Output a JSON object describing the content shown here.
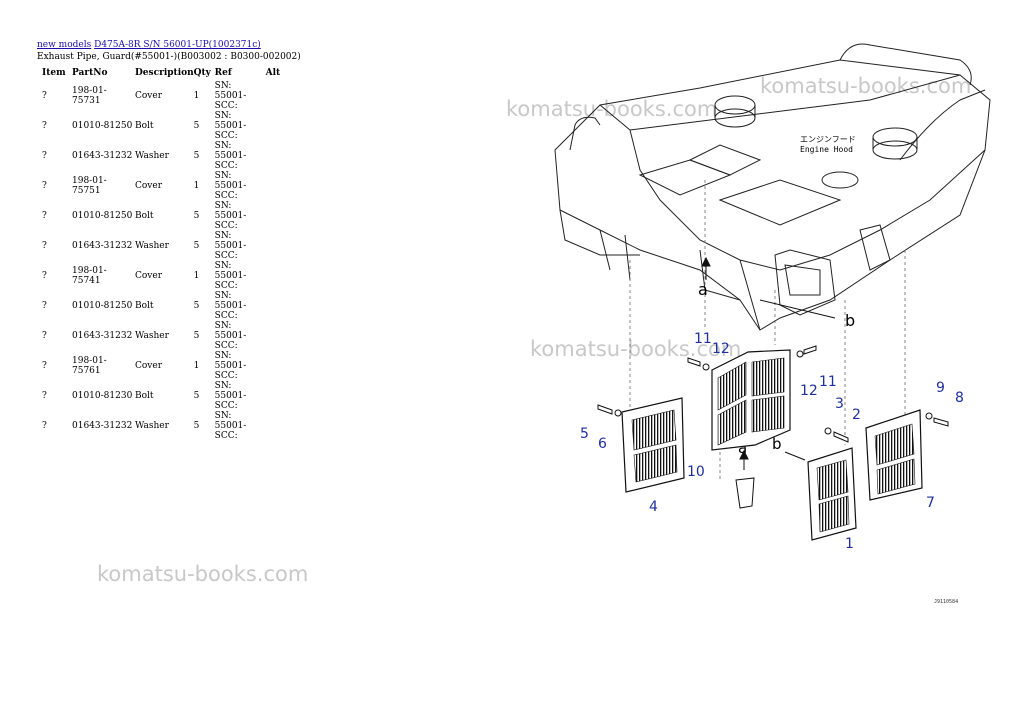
{
  "breadcrumb": {
    "link1": "new models",
    "link2": "D475A-8R S/N 56001-UP(1002371c)"
  },
  "title": "Exhaust Pipe, Guard(#55001-)(B003002 : B0300-002002)",
  "table": {
    "headers": [
      "Item",
      "PartNo",
      "Description",
      "Qty",
      "Ref",
      "Alt"
    ],
    "rows": [
      [
        "?",
        "198-01-75731",
        "Cover",
        "1",
        "SN: 55001-SCC:",
        ""
      ],
      [
        "?",
        "01010-81250",
        "Bolt",
        "5",
        "SN: 55001-SCC:",
        ""
      ],
      [
        "?",
        "01643-31232",
        "Washer",
        "5",
        "SN: 55001-SCC:",
        ""
      ],
      [
        "?",
        "198-01-75751",
        "Cover",
        "1",
        "SN: 55001-SCC:",
        ""
      ],
      [
        "?",
        "01010-81250",
        "Bolt",
        "5",
        "SN: 55001-SCC:",
        ""
      ],
      [
        "?",
        "01643-31232",
        "Washer",
        "5",
        "SN: 55001-SCC:",
        ""
      ],
      [
        "?",
        "198-01-75741",
        "Cover",
        "1",
        "SN: 55001-SCC:",
        ""
      ],
      [
        "?",
        "01010-81250",
        "Bolt",
        "5",
        "SN: 55001-SCC:",
        ""
      ],
      [
        "?",
        "01643-31232",
        "Washer",
        "5",
        "SN: 55001-SCC:",
        ""
      ],
      [
        "?",
        "198-01-75761",
        "Cover",
        "1",
        "SN: 55001-SCC:",
        ""
      ],
      [
        "?",
        "01010-81230",
        "Bolt",
        "5",
        "SN: 55001-SCC:",
        ""
      ],
      [
        "?",
        "01643-31232",
        "Washer",
        "5",
        "SN: 55001-SCC:",
        ""
      ]
    ]
  },
  "watermarks": [
    "komatsu-books.com",
    "komatsu-books.com",
    "komatsu-books.com",
    "komatsu-books.com"
  ],
  "diagram": {
    "engine_hood_jp": "エンジンフード",
    "engine_hood_en": "Engine Hood",
    "ref_a": "a",
    "ref_b": "b",
    "callouts": [
      "1",
      "2",
      "3",
      "4",
      "5",
      "6",
      "7",
      "8",
      "9",
      "10",
      "11",
      "12",
      "11",
      "12"
    ],
    "callout_color": "#1f2fa0",
    "drawing_code": "J9110584"
  }
}
